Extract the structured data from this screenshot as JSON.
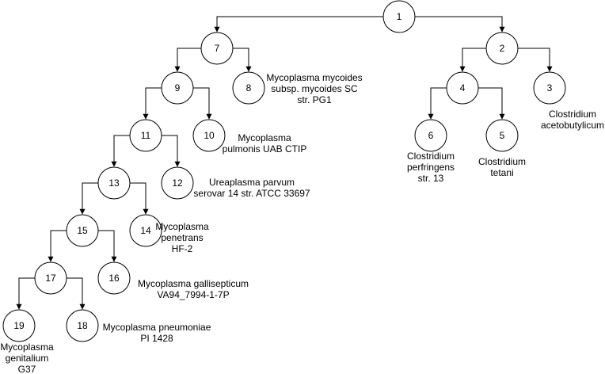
{
  "tree": {
    "nodes": [
      {
        "id": "1",
        "label": "1"
      },
      {
        "id": "2",
        "label": "2"
      },
      {
        "id": "3",
        "label": "3"
      },
      {
        "id": "4",
        "label": "4"
      },
      {
        "id": "5",
        "label": "5"
      },
      {
        "id": "6",
        "label": "6"
      },
      {
        "id": "7",
        "label": "7"
      },
      {
        "id": "8",
        "label": "8"
      },
      {
        "id": "9",
        "label": "9"
      },
      {
        "id": "10",
        "label": "10"
      },
      {
        "id": "11",
        "label": "11"
      },
      {
        "id": "12",
        "label": "12"
      },
      {
        "id": "13",
        "label": "13"
      },
      {
        "id": "14",
        "label": "14"
      },
      {
        "id": "15",
        "label": "15"
      },
      {
        "id": "16",
        "label": "16"
      },
      {
        "id": "17",
        "label": "17"
      },
      {
        "id": "18",
        "label": "18"
      },
      {
        "id": "19",
        "label": "19"
      }
    ],
    "edges": [
      [
        "1",
        "7"
      ],
      [
        "1",
        "2"
      ],
      [
        "7",
        "9"
      ],
      [
        "7",
        "8"
      ],
      [
        "2",
        "4"
      ],
      [
        "2",
        "3"
      ],
      [
        "9",
        "11"
      ],
      [
        "9",
        "10"
      ],
      [
        "4",
        "6"
      ],
      [
        "4",
        "5"
      ],
      [
        "11",
        "13"
      ],
      [
        "11",
        "12"
      ],
      [
        "13",
        "15"
      ],
      [
        "13",
        "14"
      ],
      [
        "15",
        "17"
      ],
      [
        "15",
        "16"
      ],
      [
        "17",
        "19"
      ],
      [
        "17",
        "18"
      ]
    ],
    "leaf_labels": [
      {
        "node": "8",
        "lines": [
          "Mycoplasma mycoides",
          "subsp. mycoides SC",
          "str. PG1"
        ]
      },
      {
        "node": "10",
        "lines": [
          "Mycoplasma",
          "pulmonis UAB CTIP"
        ]
      },
      {
        "node": "12",
        "lines": [
          "Ureaplasma parvum",
          "serovar 14 str. ATCC 33697"
        ]
      },
      {
        "node": "14",
        "lines": [
          "Mycoplasma",
          "penetrans",
          "HF-2"
        ]
      },
      {
        "node": "16",
        "lines": [
          "Mycoplasma gallisepticum",
          "VA94_7994-1-7P"
        ]
      },
      {
        "node": "18",
        "lines": [
          "Mycoplasma pneumoniae",
          "PI 1428"
        ]
      },
      {
        "node": "19",
        "lines": [
          "Mycoplasma",
          "genitalium",
          "G37"
        ]
      },
      {
        "node": "3",
        "lines": [
          "Clostridium",
          "acetobutylicum"
        ]
      },
      {
        "node": "6",
        "lines": [
          "Clostridium",
          "perfringens",
          "str. 13"
        ]
      },
      {
        "node": "5",
        "lines": [
          "Clostridium",
          "tetani"
        ]
      }
    ]
  }
}
